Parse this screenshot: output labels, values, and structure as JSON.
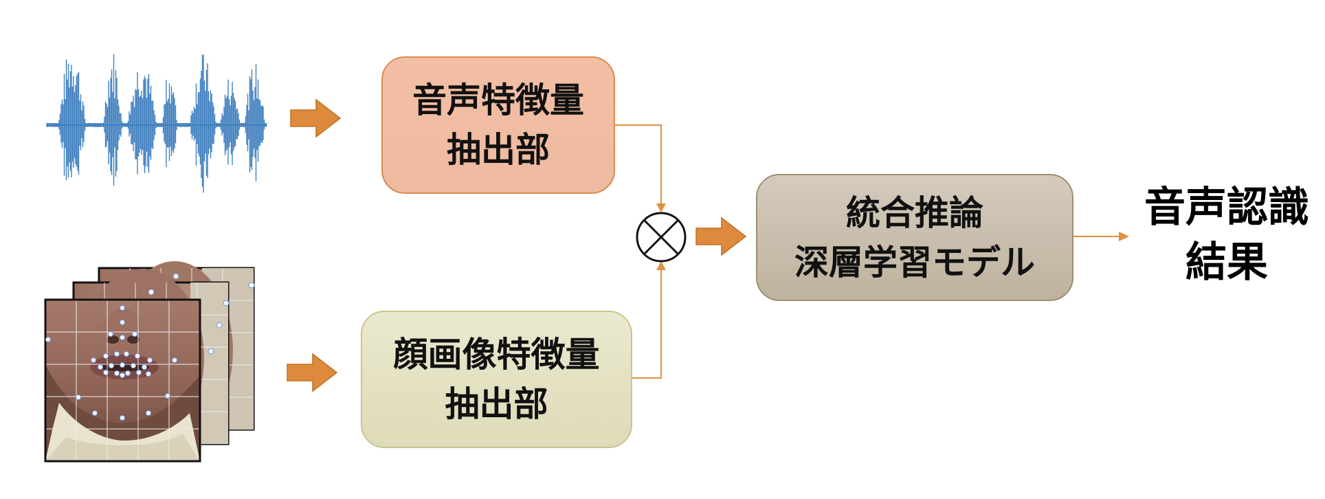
{
  "diagram": {
    "audio_extractor": {
      "line1": "音声特徴量",
      "line2": "抽出部"
    },
    "face_extractor": {
      "line1": "顔画像特徴量",
      "line2": "抽出部"
    },
    "fusion_model": {
      "line1": "統合推論",
      "line2": "深層学習モデル"
    },
    "result": {
      "line1": "音声認識",
      "line2": "結果"
    }
  },
  "colors": {
    "arrow_orange": "#dd8a3c",
    "connector_orange": "#e0903f",
    "waveform_blue": "#3f7fbf",
    "landmark_white": "#f2f6ff",
    "grid_line": "#e8e8e8"
  },
  "icons": {
    "audio_input": "waveform-icon",
    "face_input": "face-landmark-stack-icon",
    "fusion_operator": "circled-times-icon"
  }
}
